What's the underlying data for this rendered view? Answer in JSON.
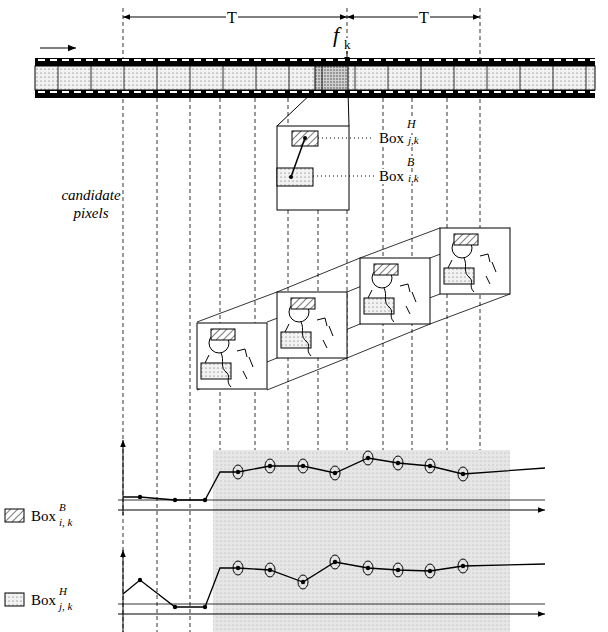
{
  "diagram": {
    "labels": [
      "T",
      "T",
      "f",
      "k",
      "Box",
      "H",
      "j,k",
      "Box",
      "B",
      "i,k",
      "candidate pixels",
      "B",
      "i, k",
      "H",
      "j, k"
    ],
    "legend": [
      {
        "text": "Box"
      },
      {
        "text": "Box"
      }
    ]
  }
}
